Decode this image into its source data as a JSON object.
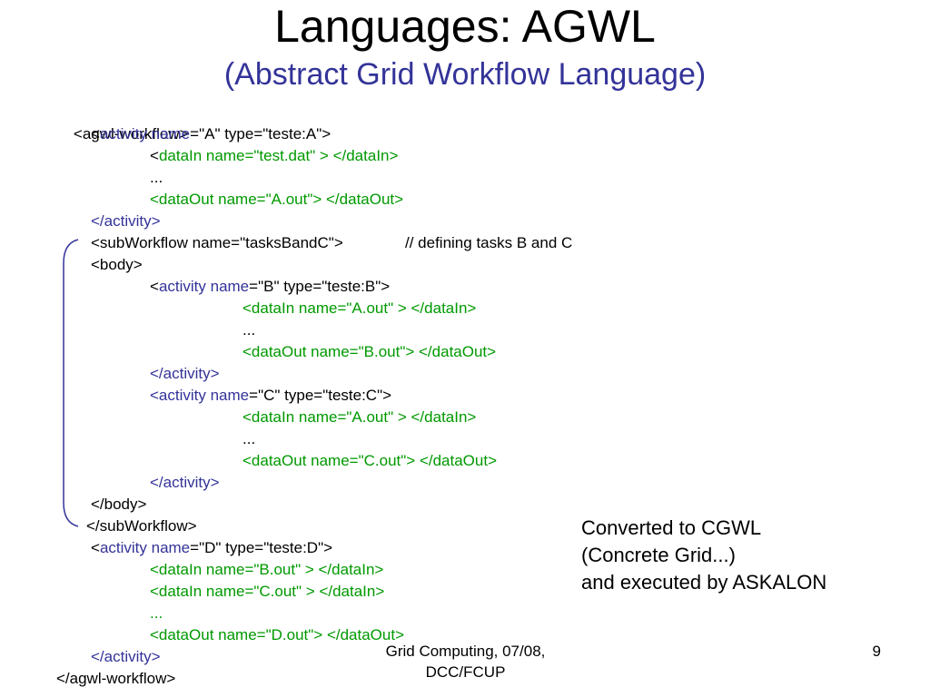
{
  "title": "Languages: AGWL",
  "subtitle": "(Abstract Grid Workflow Language)",
  "colors": {
    "title": "#000000",
    "subtitle": "#333399",
    "keyword": "#333399",
    "data_tag": "#009900",
    "text": "#000000"
  },
  "code": {
    "l1": "<agwl-workflow>",
    "l2_open": "<",
    "l2_kw": "activity name",
    "l2_rest": "=\"A\" type=\"teste:A\">",
    "l3_open": "<",
    "l3_tag": "dataIn name=\"test.dat\" > </dataIn>",
    "l4": "...",
    "l5": "<dataOut name=\"A.out\"> </dataOut>",
    "l6": "</activity>",
    "l7": "<subWorkflow name=\"tasksBandC\">",
    "l7_comment": "// defining tasks B and C",
    "l8": "<body>",
    "l9_open": "<",
    "l9_kw": "activity name",
    "l9_rest": "=\"B\" type=\"teste:B\">",
    "l10": "<dataIn name=\"A.out\" > </dataIn>",
    "l11": "...",
    "l12": "<dataOut name=\"B.out\"> </dataOut>",
    "l13": "</activity>",
    "l14": "<activity name",
    "l14_rest": "=\"C\" type=\"teste:C\">",
    "l15": "<dataIn name=\"A.out\" > </dataIn>",
    "l16": "...",
    "l17": "<dataOut name=\"C.out\"> </dataOut>",
    "l18": "</activity>",
    "l19": "</body>",
    "l20": "</subWorkflow>",
    "l21_open": "<",
    "l21_kw": "activity name",
    "l21_rest": "=\"D\" type=\"teste:D\">",
    "l22": "<dataIn name=\"B.out\" > </dataIn>",
    "l23": "<dataIn name=\"C.out\" > </dataIn>",
    "l24": "...",
    "l25": "<dataOut name=\"D.out\"> </dataOut>",
    "l26": "</activity>",
    "l27": "</agwl-workflow>"
  },
  "note": {
    "line1": "Converted to CGWL",
    "line2": "(Concrete Grid...)",
    "line3": "and executed by ASKALON"
  },
  "footer": {
    "line1": "Grid Computing, 07/08,",
    "line2": "DCC/FCUP",
    "page": "9"
  }
}
